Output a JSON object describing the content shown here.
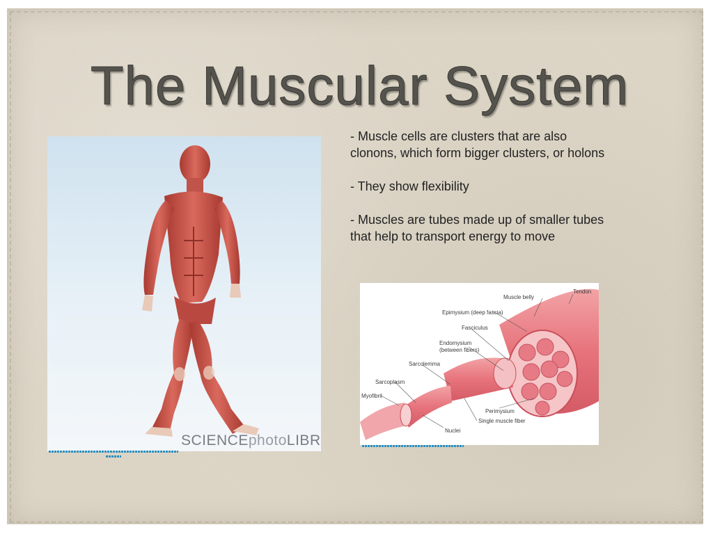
{
  "slide": {
    "title": "The Muscular System",
    "bullets": [
      "- Muscle cells are clusters that are also clonons, which form bigger clusters, or holons",
      "- They show flexibility",
      "- Muscles are tubes made up of smaller tubes that help to transport energy to move"
    ]
  },
  "left_image": {
    "watermark_a": "SCIENCE",
    "watermark_b": "photo",
    "watermark_c": "LIBRARY"
  },
  "right_image": {
    "labels": {
      "tendon": "Tendon",
      "muscle_belly": "Muscle belly",
      "epimysium": "Epimysium (deep fascia)",
      "fasciculus": "Fasciculus",
      "endomysium": "Endomysium",
      "endomysium_sub": "(between fibers)",
      "sarcolemma": "Sarcolemma",
      "sarcoplasm": "Sarcoplasm",
      "myofibril": "Myofibril",
      "perimysium": "Perimysium",
      "single_fiber": "Single muscle fiber",
      "nuclei": "Nuclei"
    }
  },
  "colors": {
    "background": "#ddd6c7",
    "title": "#55534d",
    "link": "#2a8fbf",
    "muscle": "#c9544a"
  }
}
